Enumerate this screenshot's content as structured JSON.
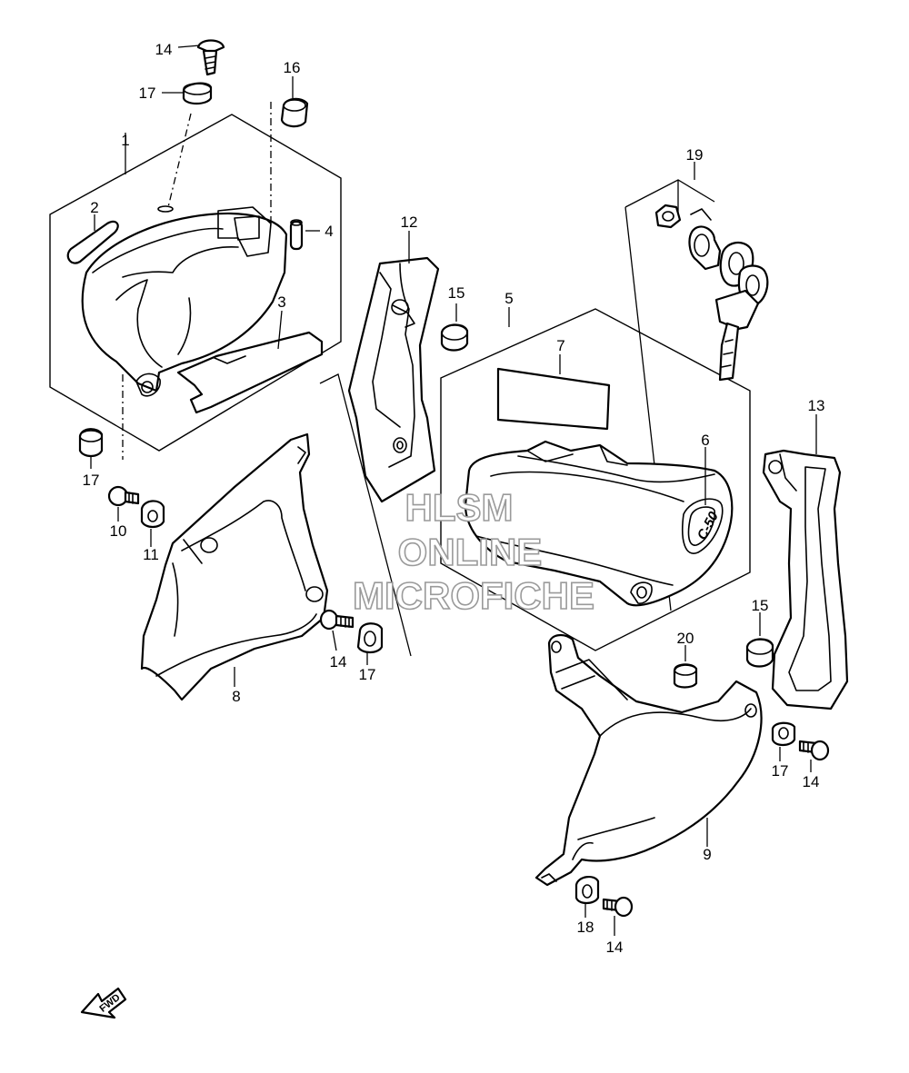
{
  "watermark": {
    "line1": "HLSM",
    "line2": "ONLINE",
    "line3": "MICROFICHE"
  },
  "fwd_label": "FWD",
  "emblem_text": "C-50",
  "callouts": {
    "c1": "1",
    "c2": "2",
    "c3": "3",
    "c4": "4",
    "c5": "5",
    "c6": "6",
    "c7": "7",
    "c8": "8",
    "c9": "9",
    "c10": "10",
    "c11": "11",
    "c12": "12",
    "c13": "13",
    "c14a": "14",
    "c14b": "14",
    "c14c": "14",
    "c14d": "14",
    "c15a": "15",
    "c15b": "15",
    "c16": "16",
    "c17a": "17",
    "c17b": "17",
    "c17c": "17",
    "c17d": "17",
    "c18": "18",
    "c19": "19",
    "c20": "20"
  }
}
